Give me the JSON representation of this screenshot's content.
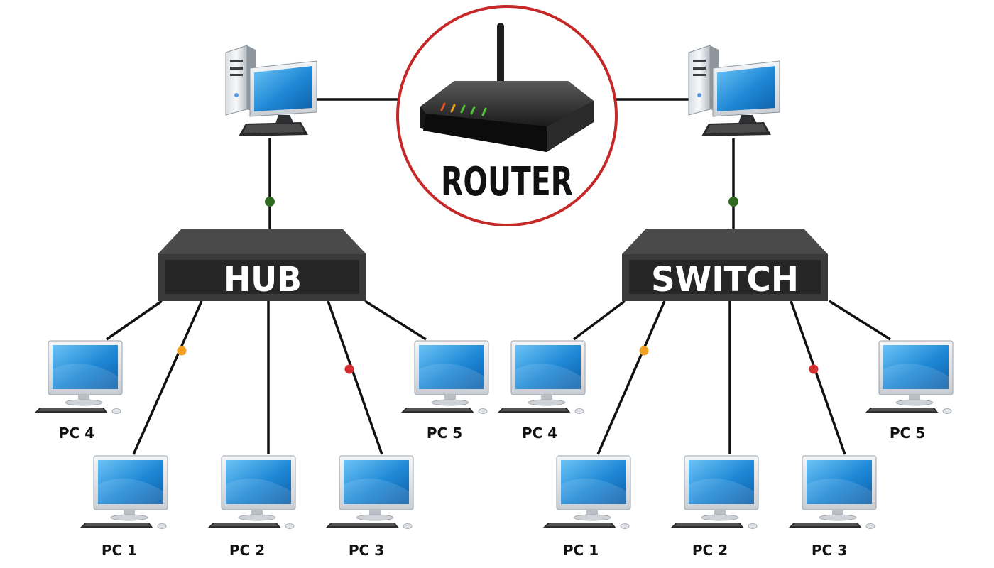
{
  "router": {
    "label": "ROUTER"
  },
  "left_network": {
    "device_label": "HUB",
    "pcs": [
      "PC 1",
      "PC 2",
      "PC 3",
      "PC 4",
      "PC 5"
    ]
  },
  "right_network": {
    "device_label": "SWITCH",
    "pcs": [
      "PC 1",
      "PC 2",
      "PC 3",
      "PC 4",
      "PC 5"
    ]
  },
  "colors": {
    "cable": "#111111",
    "router_ring": "#c62828",
    "device_body": "#3a3a3a",
    "device_face": "#2a2a2a",
    "screen": "#2d8fd6",
    "node_green": "#2e6b1f",
    "node_orange": "#f0a020",
    "node_red": "#d32f2f"
  }
}
